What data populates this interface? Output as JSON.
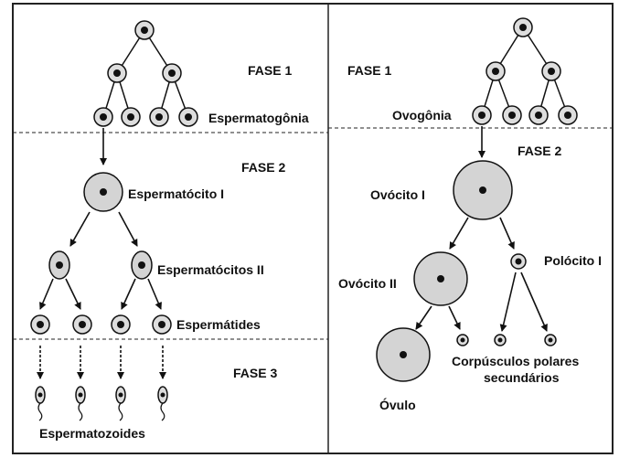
{
  "left": {
    "phase1": "FASE 1",
    "phase2": "FASE 2",
    "phase3": "FASE 3",
    "spermatogonia": "Espermatogônia",
    "spermatocyte1": "Espermatócito I",
    "spermatocytes2": "Espermatócitos II",
    "spermatids": "Espermátides",
    "spermatozoa": "Espermatozoides"
  },
  "right": {
    "phase1": "FASE 1",
    "phase2": "FASE 2",
    "oogonia": "Ovogônia",
    "oocyte1": "Ovócito I",
    "oocyte2": "Ovócito II",
    "polocyte1": "Polócito I",
    "polar_bodies_line1": "Corpúsculos polares",
    "polar_bodies_line2": "secundários",
    "ovum": "Óvulo"
  },
  "colors": {
    "line": "#111111",
    "cell_fill": "#d9d9d9",
    "nucleus": "#111111"
  }
}
